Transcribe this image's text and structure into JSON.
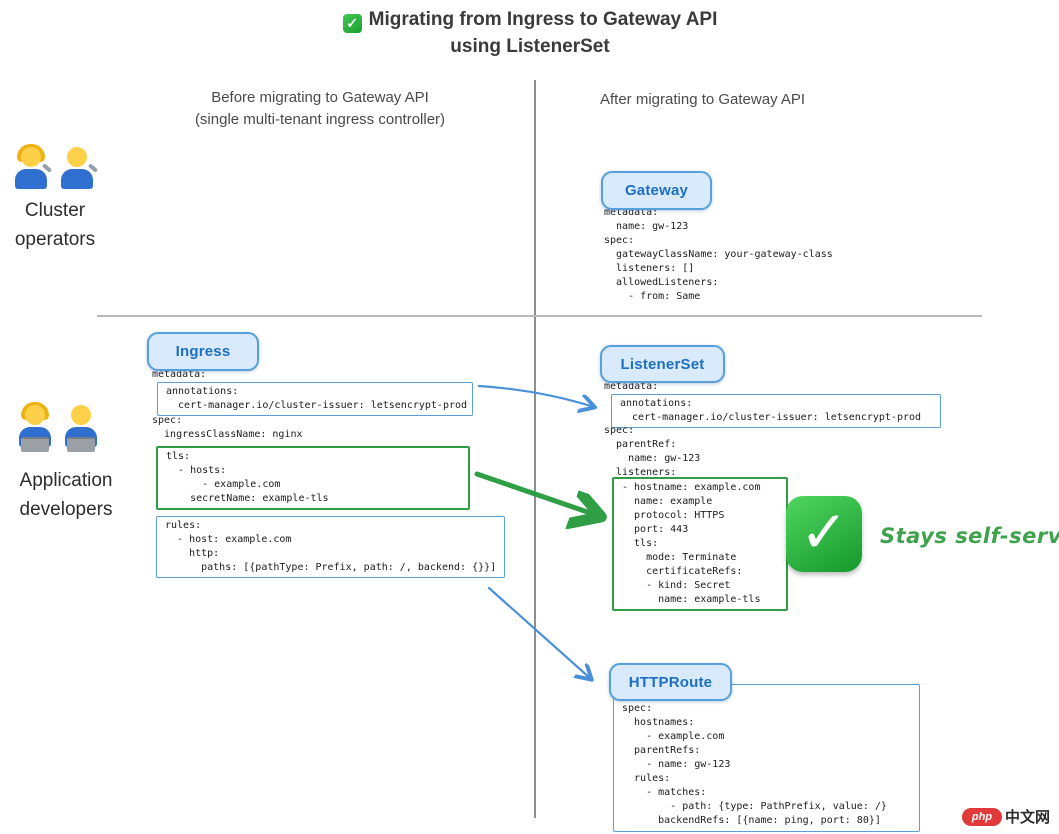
{
  "title": {
    "line1": "Migrating from Ingress to Gateway API",
    "line2": "using ListenerSet",
    "check_icon": "✅"
  },
  "column_headers": {
    "before_line1": "Before migrating to Gateway API",
    "before_line2": "(single multi-tenant ingress controller)",
    "after": "After migrating to Gateway API"
  },
  "personas": {
    "cluster_operators": "Cluster\noperators",
    "cluster_operators_emoji": "👩‍🔧👨‍🔧",
    "application_developers": "Application\ndevelopers",
    "application_developers_emoji": "👩‍💻👨‍💻"
  },
  "gateway": {
    "label": "Gateway",
    "yaml": "metadata:\n  name: gw-123\nspec:\n  gatewayClassName: your-gateway-class\n  listeners: []\n  allowedListeners:\n    - from: Same"
  },
  "ingress": {
    "label": "Ingress",
    "metadata": "metadata:",
    "annotations": "annotations:\n  cert-manager.io/cluster-issuer: letsencrypt-prod",
    "spec": "spec:\n  ingressClassName: nginx",
    "tls": "tls:\n  - hosts:\n      - example.com\n    secretName: example-tls",
    "rules": "rules:\n  - host: example.com\n    http:\n      paths: [{pathType: Prefix, path: /, backend: {}}]"
  },
  "listenerset": {
    "label": "ListenerSet",
    "metadata": "metadata:",
    "annotations": "annotations:\n  cert-manager.io/cluster-issuer: letsencrypt-prod",
    "spec": "spec:\n  parentRef:\n    name: gw-123\n  listeners:",
    "listeners": "- hostname: example.com\n  name: example\n  protocol: HTTPS\n  port: 443\n  tls:\n    mode: Terminate\n    certificateRefs:\n    - kind: Secret\n      name: example-tls"
  },
  "httproute": {
    "label": "HTTPRoute",
    "yaml": "spec:\n  hostnames:\n    - example.com\n  parentRefs:\n    - name: gw-123\n  rules:\n    - matches:\n        - path: {type: PathPrefix, value: /}\n      backendRefs: [{name: ping, port: 80}]"
  },
  "callout": {
    "text": "Stays self-service",
    "check_icon": "✅"
  },
  "watermark": {
    "badge": "php",
    "text": "中文网"
  },
  "colors": {
    "node_border": "#56a0dc",
    "node_fill": "#d9eafc",
    "node_text": "#1d6fc0",
    "box_blue": "#5b9fd6",
    "box_green": "#2f9e44",
    "arrow_blue": "#4a90d9",
    "arrow_green": "#2f9e44",
    "check_green": "#27b43e"
  }
}
